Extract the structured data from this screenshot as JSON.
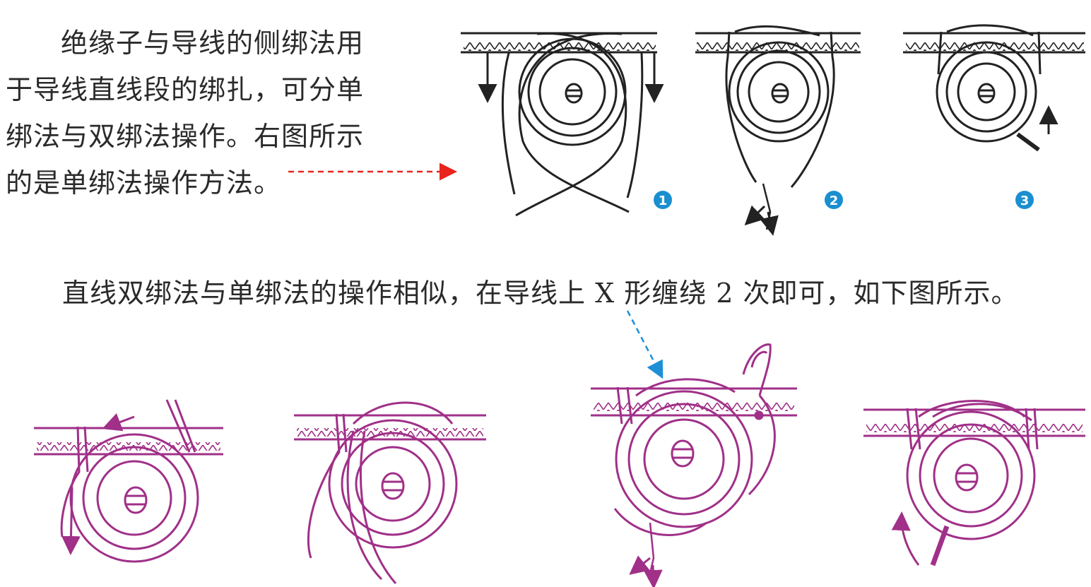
{
  "intro": {
    "lines": [
      "绝缘子与导线的侧绑法用",
      "于导线直线段的绑扎，可分单",
      "绑法与双绑法操作。右图所示",
      "的是单绑法操作方法。"
    ]
  },
  "mid_text": "直线双绑法与单绑法的操作相似，在导线上 X 形缠绕 2 次即可，如下图所示。",
  "steps": [
    {
      "badge": "1"
    },
    {
      "badge": "2"
    },
    {
      "badge": "3"
    }
  ],
  "colors": {
    "black_line": "#222222",
    "magenta_line": "#a03088",
    "red_arrow": "#e8241c",
    "blue_arrow": "#1e8fd6",
    "badge": "#1a8fd0"
  }
}
